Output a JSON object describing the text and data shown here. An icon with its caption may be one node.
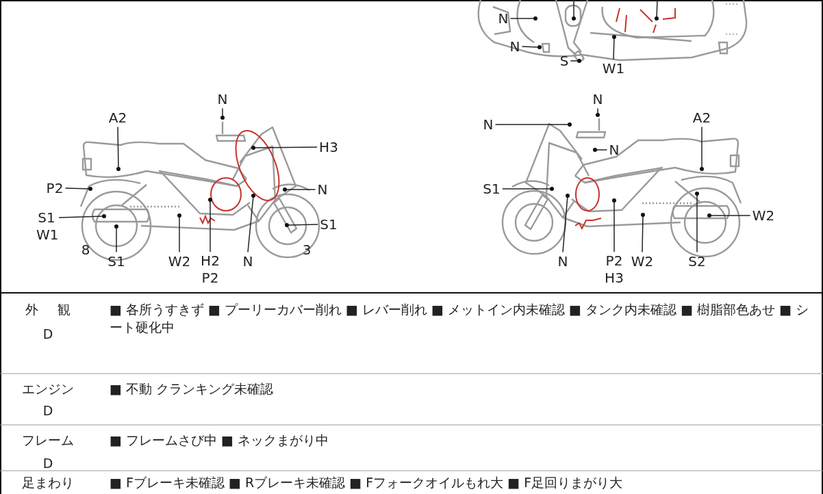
{
  "diagram": {
    "nodes": [
      {
        "text": [
          "N"
        ]
      },
      {
        "text": [
          "N"
        ]
      },
      {
        "text": [
          "S"
        ]
      },
      {
        "text": [
          "W1"
        ]
      },
      {
        "text": [
          "N"
        ]
      },
      {
        "text": [
          "A2"
        ]
      },
      {
        "text": [
          "H3"
        ]
      },
      {
        "text": [
          "P2"
        ]
      },
      {
        "text": [
          "N"
        ]
      },
      {
        "text": [
          "S1 W1"
        ]
      },
      {
        "text": [
          "S1"
        ]
      },
      {
        "text": [
          "S1"
        ]
      },
      {
        "text": [
          "W2"
        ]
      },
      {
        "text": [
          "H2 P2"
        ]
      },
      {
        "text": [
          "N"
        ]
      },
      {
        "text": [
          "N"
        ]
      },
      {
        "text": [
          "N"
        ]
      },
      {
        "text": [
          "A2"
        ]
      },
      {
        "text": [
          "N"
        ]
      },
      {
        "text": [
          "S1"
        ]
      },
      {
        "text": [
          "W2"
        ]
      },
      {
        "text": [
          "N"
        ]
      },
      {
        "text": [
          "P2 H3"
        ]
      },
      {
        "text": [
          "W2"
        ]
      },
      {
        "text": [
          "S2"
        ]
      },
      {
        "text": [],
        "shape": "bar"
      }
    ],
    "edges": [
      {
        "from": 0,
        "to": null,
        "arrow": "other"
      },
      {
        "from": 1,
        "to": null,
        "arrow": "other"
      },
      {
        "from": 2,
        "to": 25,
        "arrow": "other"
      },
      {
        "from": 3,
        "to": null,
        "arrow": "other"
      },
      {
        "from": 4,
        "to": null,
        "arrow": "other"
      },
      {
        "from": 5,
        "to": null,
        "arrow": "other"
      },
      {
        "from": 6,
        "to": null,
        "arrow": "other"
      },
      {
        "from": 7,
        "to": null,
        "arrow": "other"
      },
      {
        "from": 8,
        "to": null,
        "arrow": "other"
      },
      {
        "from": 9,
        "to": null,
        "arrow": "other"
      },
      {
        "from": 10,
        "to": null,
        "arrow": "other"
      },
      {
        "from": 11,
        "to": null,
        "arrow": "other"
      },
      {
        "from": 12,
        "to": null,
        "arrow": "other"
      },
      {
        "from": 13,
        "to": null,
        "arrow": "other"
      },
      {
        "from": 14,
        "to": null,
        "arrow": "other"
      },
      {
        "from": 15,
        "to": null,
        "arrow": "other"
      },
      {
        "from": 16,
        "to": null,
        "arrow": "other"
      },
      {
        "from": 17,
        "to": null,
        "arrow": "other"
      },
      {
        "from": 18,
        "to": null,
        "arrow": "other"
      },
      {
        "from": 19,
        "to": null,
        "arrow": "other"
      },
      {
        "from": 20,
        "to": null,
        "arrow": "other"
      },
      {
        "from": 21,
        "to": null,
        "arrow": "other"
      },
      {
        "from": 22,
        "to": null,
        "arrow": "other"
      },
      {
        "from": 23,
        "to": null,
        "arrow": "other"
      },
      {
        "from": 24,
        "to": null,
        "arrow": "other"
      }
    ],
    "labels": [
      "8",
      "3",
      "外 観",
      "D",
      "■ 各所うすきず ■ プーリーカバー削れ ■ レバー削れ ■ メットイン内未確認 ■ タンク内未確認 ■ 樹脂部色あせ ■ シート硬化中",
      "エンジン",
      "D",
      "■ 不動 クランキング未確認",
      "フレーム",
      "D",
      "■ フレームさび中 ■ ネックまがり中",
      "足まわり",
      "■ Fブレーキ未確認 ■ Rブレーキ未確認 ■ Fフォークオイルもれ大 ■ F足回りまがり大"
    ]
  }
}
